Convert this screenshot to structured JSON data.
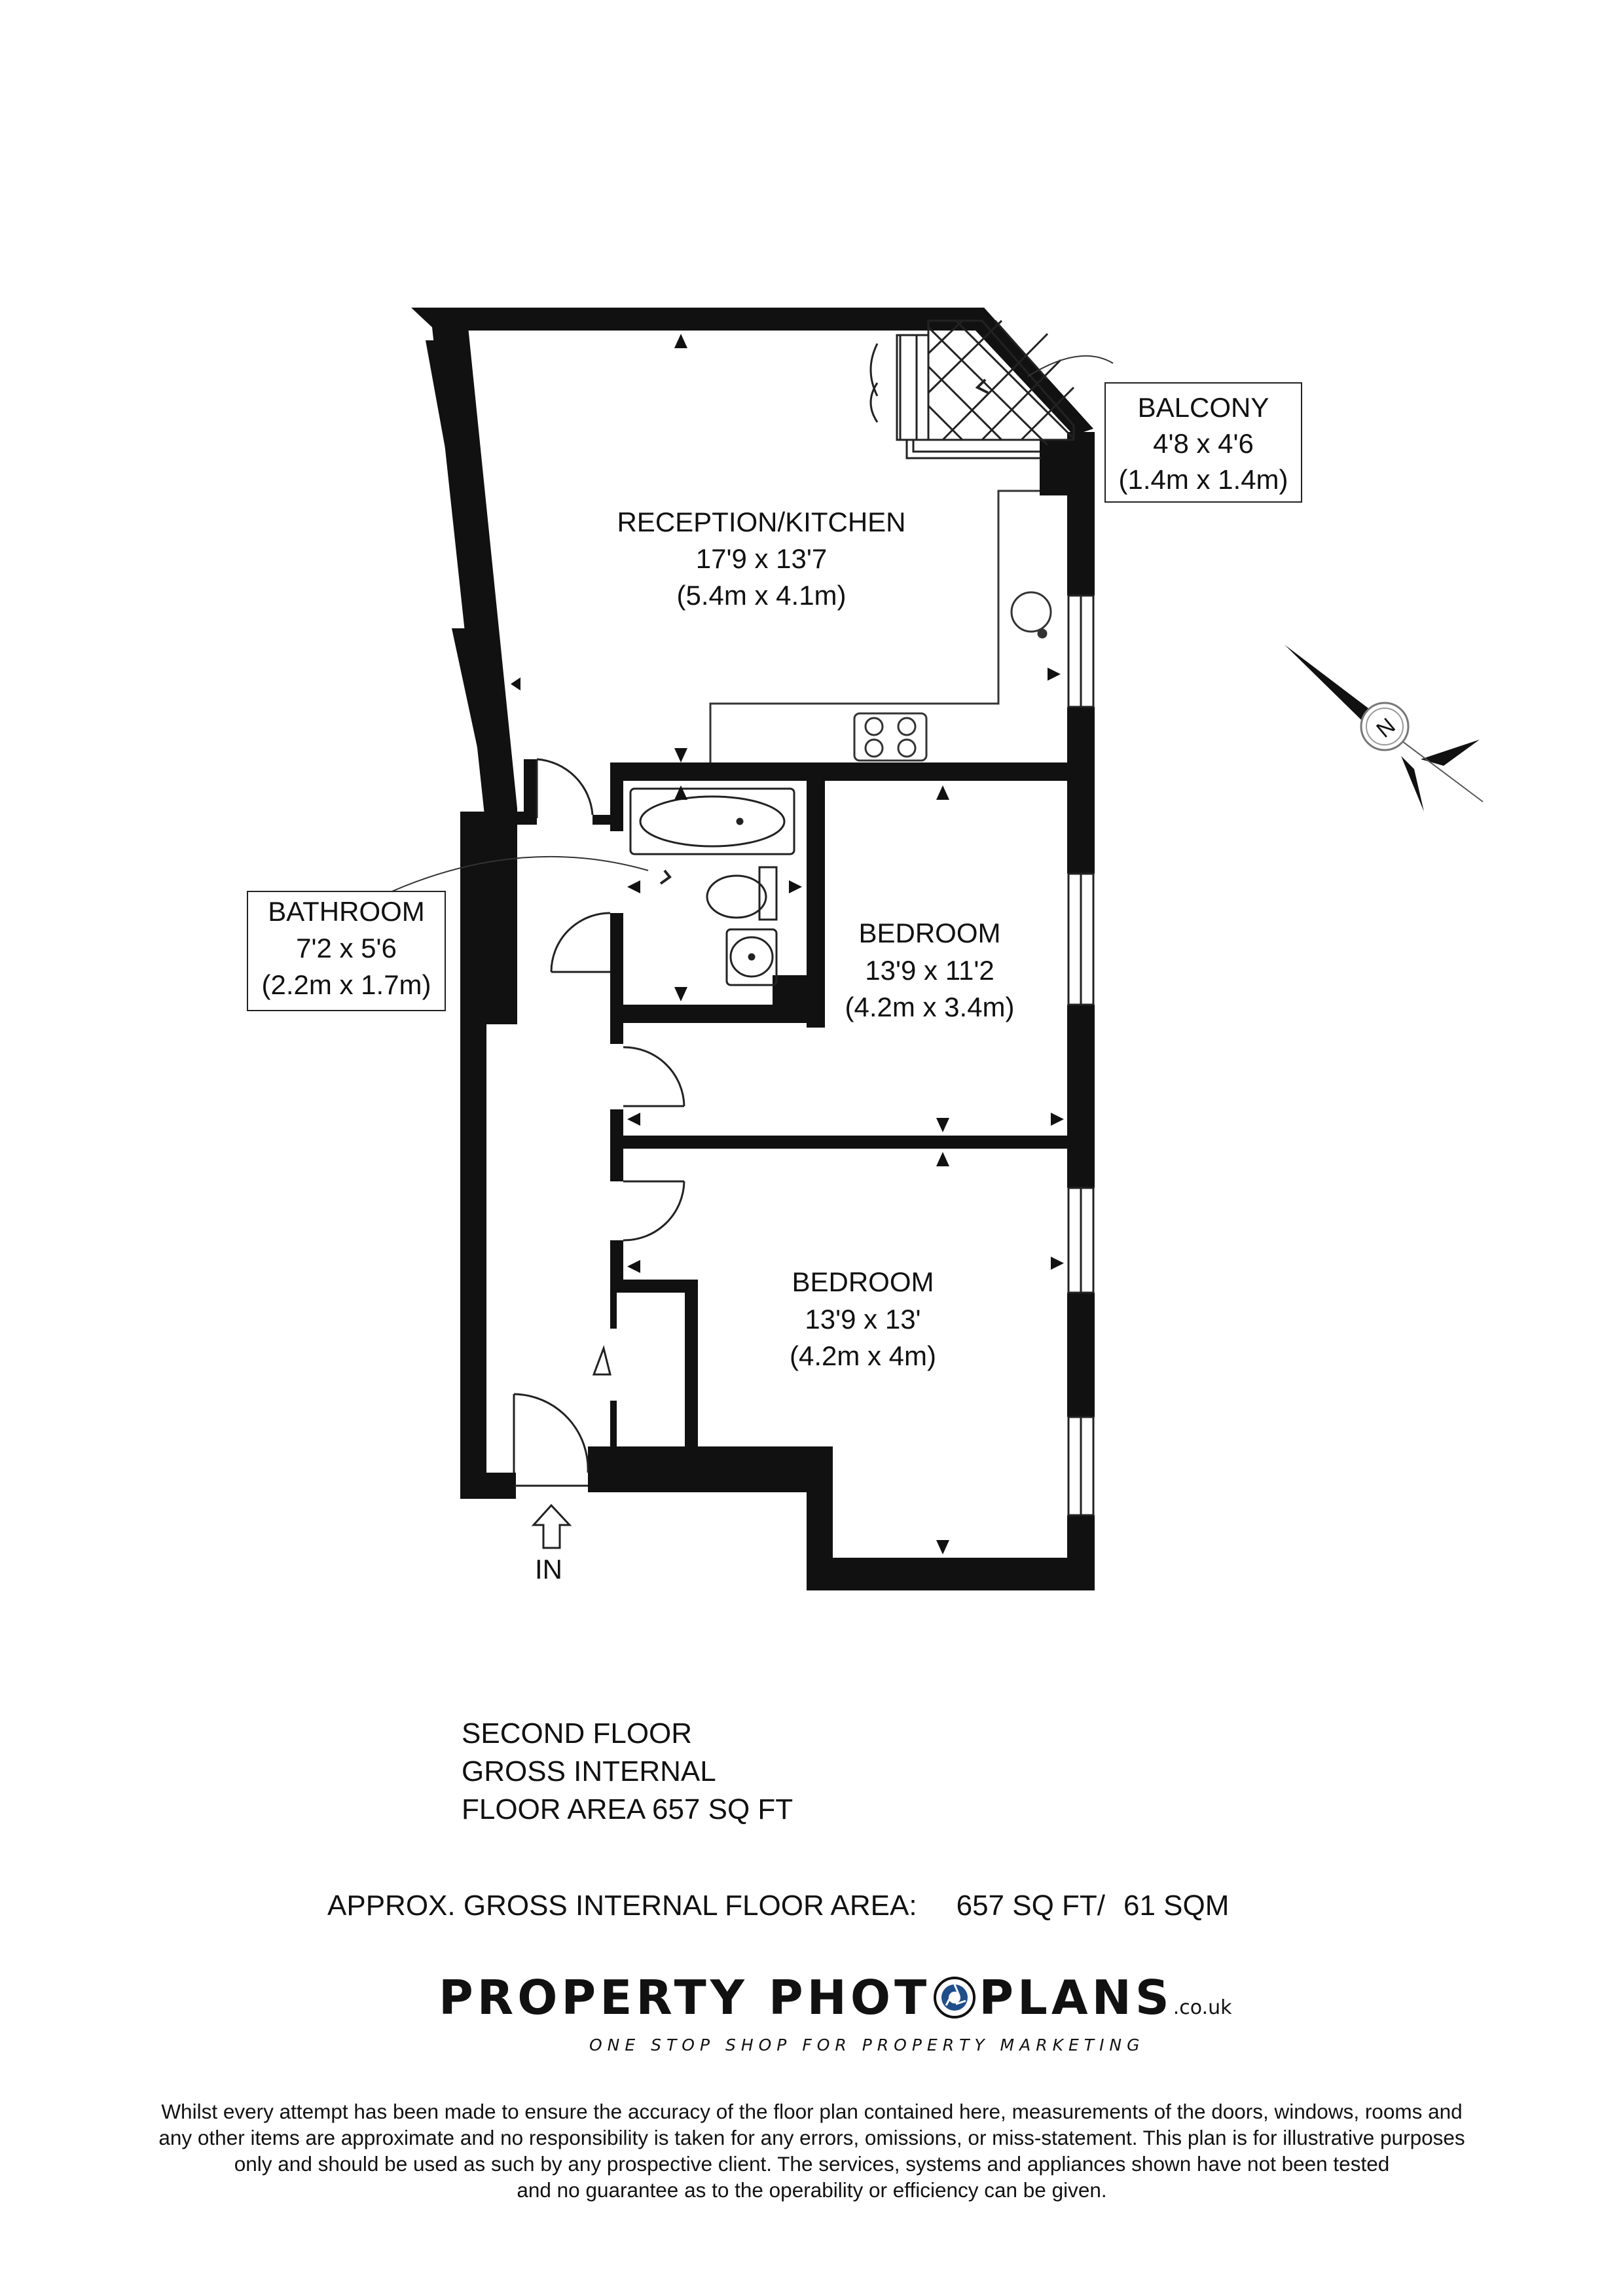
{
  "rooms": {
    "reception": {
      "name": "RECEPTION/KITCHEN",
      "imperial": "17'9 x 13'7",
      "metric": "(5.4m x 4.1m)"
    },
    "bedroom1": {
      "name": "BEDROOM",
      "imperial": "13'9 x 11'2",
      "metric": "(4.2m x 3.4m)"
    },
    "bedroom2": {
      "name": "BEDROOM",
      "imperial": "13'9 x 13'",
      "metric": "(4.2m x 4m)"
    },
    "balcony": {
      "name": "BALCONY",
      "imperial": "4'8 x 4'6",
      "metric": "(1.4m x 1.4m)"
    },
    "bathroom": {
      "name": "BATHROOM",
      "imperial": "7'2 x 5'6",
      "metric": "(2.2m x 1.7m)"
    }
  },
  "entrance_label": "IN",
  "compass_letter": "N",
  "floor_info": {
    "line1": "SECOND FLOOR",
    "line2": "GROSS INTERNAL",
    "line3": "FLOOR AREA 657 SQ FT"
  },
  "approx_area": {
    "label": "APPROX. GROSS INTERNAL FLOOR AREA:",
    "sq_ft": "657 SQ FT/",
    "sq_m": "61 SQM"
  },
  "brand": {
    "name_part1": "PROPERTY PHOT",
    "name_part2": "PLANS",
    "domain": ".co.uk",
    "tagline": "ONE STOP SHOP FOR PROPERTY MARKETING"
  },
  "disclaimer": {
    "line1": "Whilst every attempt has been made to ensure the accuracy of the floor plan contained here, measurements of the doors, windows, rooms and",
    "line2": "any other items are approximate and no responsibility is taken for any errors, omissions, or miss-statement. This plan is for illustrative purposes",
    "line3": "only and should be used as such by any prospective client. The services, systems and appliances shown have not been tested",
    "line4": "and no guarantee as to the operability or efficiency can be given."
  },
  "colors": {
    "wall": "#111111",
    "background": "#ffffff"
  }
}
